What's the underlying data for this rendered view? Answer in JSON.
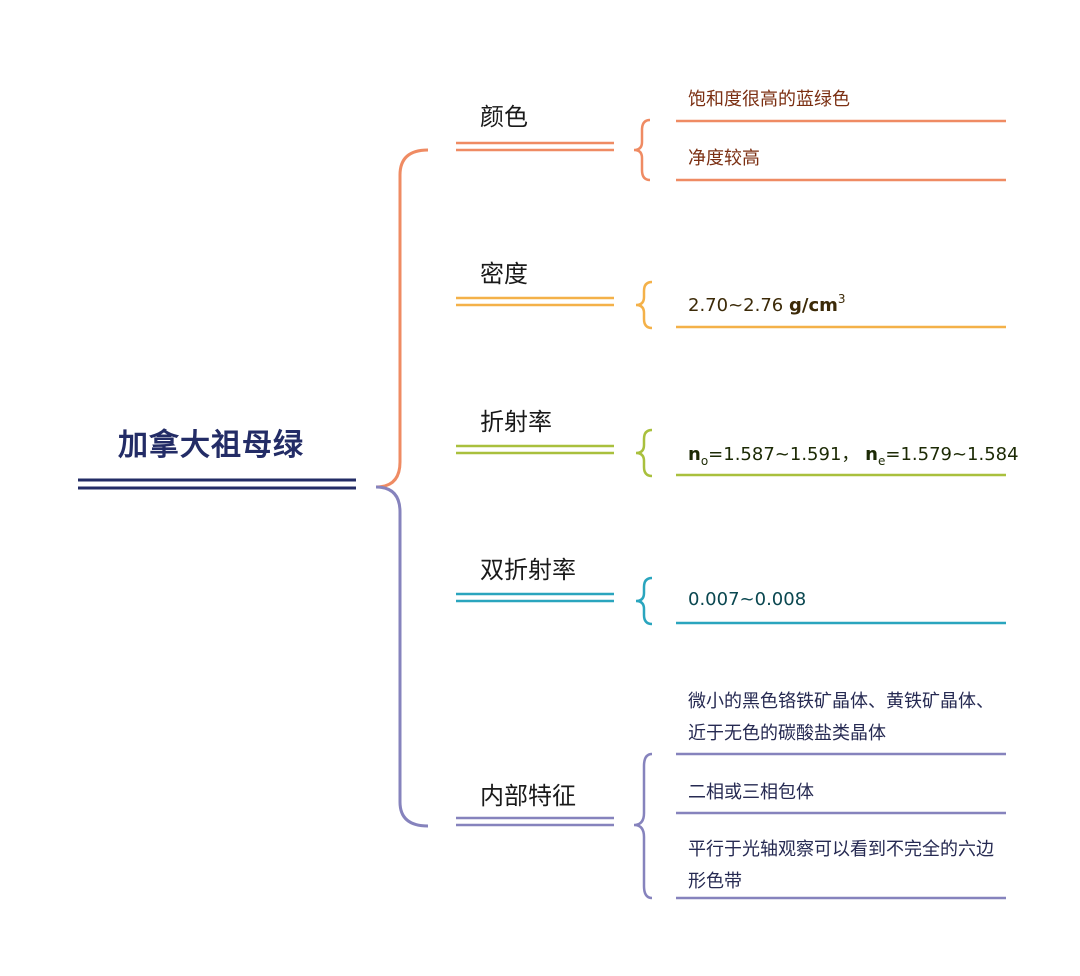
{
  "root": {
    "label": "加拿大祖母绿"
  },
  "branches": [
    {
      "label": "颜色",
      "color": "#ef8b63",
      "leaves": [
        "饱和度很高的蓝绿色",
        "净度较高"
      ]
    },
    {
      "label": "密度",
      "color": "#f4b149",
      "leaves": [
        {
          "value": "2.70~2.76",
          "unit": "g/cm",
          "exp": "3"
        }
      ]
    },
    {
      "label": "折射率",
      "color": "#a9c03d",
      "leaves": [
        {
          "no_sym": "n",
          "no_sub": "o",
          "no_val": "=1.587~1.591，",
          "ne_sym": "n",
          "ne_sub": "e",
          "ne_val": "=1.579~1.584"
        }
      ]
    },
    {
      "label": "双折射率",
      "color": "#2aa5be",
      "leaves": [
        "0.007~0.008"
      ]
    },
    {
      "label": "内部特征",
      "color": "#8683bd",
      "leaves": [
        "微小的黑色铬铁矿晶体、黄铁矿晶体、近于无色的碳酸盐类晶体",
        "二相或三相包体",
        "平行于光轴观察可以看到不完全的六边形色带"
      ]
    }
  ],
  "colors": {
    "root": "#232c66",
    "upper_brace": "#ef8b63",
    "lower_brace": "#8683bd"
  }
}
